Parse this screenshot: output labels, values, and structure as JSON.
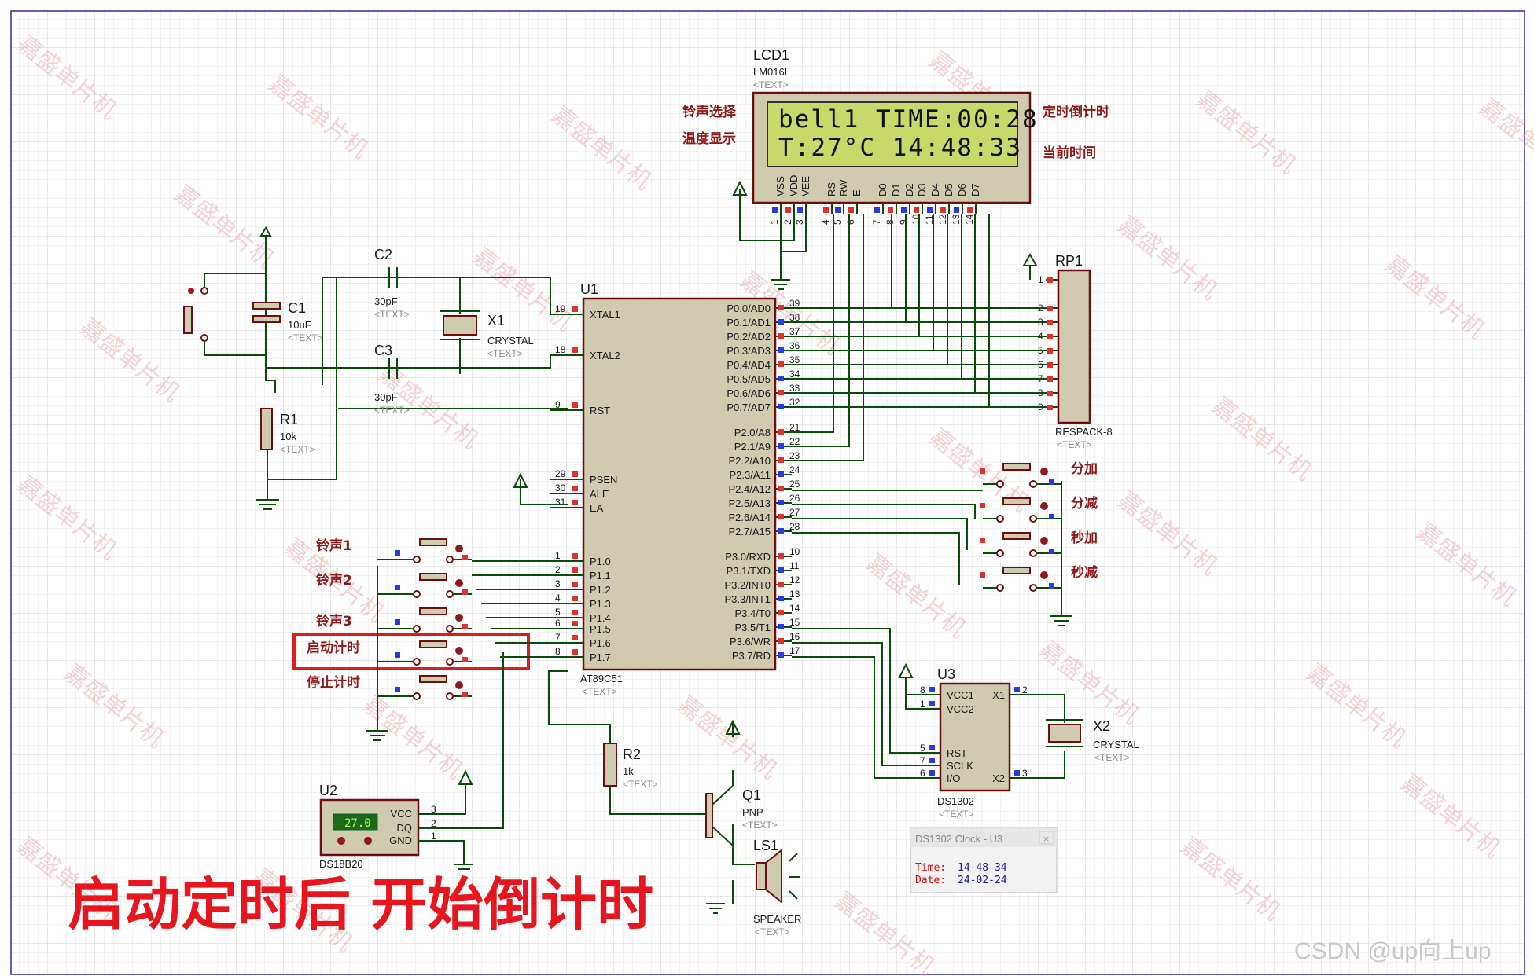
{
  "lcd": {
    "ref": "LCD1",
    "model": "LM016L",
    "text_tag": "<TEXT>",
    "line1": "bell1  TIME:00:28",
    "line2": "T:27°C  14:48:33",
    "pins": [
      "VSS",
      "VDD",
      "VEE",
      "RS",
      "RW",
      "E",
      "D0",
      "D1",
      "D2",
      "D3",
      "D4",
      "D5",
      "D6",
      "D7"
    ],
    "pin_numbers": [
      "1",
      "2",
      "3",
      "4",
      "5",
      "6",
      "7",
      "8",
      "9",
      "10",
      "11",
      "12",
      "13",
      "14"
    ]
  },
  "annotations": {
    "bell_select": "铃声选择",
    "temp_display": "温度显示",
    "timer_countdown": "定时倒计时",
    "current_time": "当前时间",
    "bell1": "铃声1",
    "bell2": "铃声2",
    "bell3": "铃声3",
    "start_timer": "启动计时",
    "stop_timer": "停止计时",
    "min_plus": "分加",
    "min_minus": "分减",
    "sec_plus": "秒加",
    "sec_minus": "秒减",
    "banner": "启动定时后 开始倒计时"
  },
  "u1": {
    "ref": "U1",
    "model": "AT89C51",
    "text_tag": "<TEXT>",
    "left_pins": [
      {
        "num": "19",
        "name": "XTAL1"
      },
      {
        "num": "18",
        "name": "XTAL2"
      },
      {
        "num": "9",
        "name": "RST"
      },
      {
        "num": "29",
        "name": "PSEN"
      },
      {
        "num": "30",
        "name": "ALE"
      },
      {
        "num": "31",
        "name": "EA"
      },
      {
        "num": "1",
        "name": "P1.0"
      },
      {
        "num": "2",
        "name": "P1.1"
      },
      {
        "num": "3",
        "name": "P1.2"
      },
      {
        "num": "4",
        "name": "P1.3"
      },
      {
        "num": "5",
        "name": "P1.4"
      },
      {
        "num": "6",
        "name": "P1.5"
      },
      {
        "num": "7",
        "name": "P1.6"
      },
      {
        "num": "8",
        "name": "P1.7"
      }
    ],
    "right_pins": [
      {
        "num": "39",
        "name": "P0.0/AD0"
      },
      {
        "num": "38",
        "name": "P0.1/AD1"
      },
      {
        "num": "37",
        "name": "P0.2/AD2"
      },
      {
        "num": "36",
        "name": "P0.3/AD3"
      },
      {
        "num": "35",
        "name": "P0.4/AD4"
      },
      {
        "num": "34",
        "name": "P0.5/AD5"
      },
      {
        "num": "33",
        "name": "P0.6/AD6"
      },
      {
        "num": "32",
        "name": "P0.7/AD7"
      },
      {
        "num": "21",
        "name": "P2.0/A8"
      },
      {
        "num": "22",
        "name": "P2.1/A9"
      },
      {
        "num": "23",
        "name": "P2.2/A10"
      },
      {
        "num": "24",
        "name": "P2.3/A11"
      },
      {
        "num": "25",
        "name": "P2.4/A12"
      },
      {
        "num": "26",
        "name": "P2.5/A13"
      },
      {
        "num": "27",
        "name": "P2.6/A14"
      },
      {
        "num": "28",
        "name": "P2.7/A15"
      },
      {
        "num": "10",
        "name": "P3.0/RXD"
      },
      {
        "num": "11",
        "name": "P3.1/TXD"
      },
      {
        "num": "12",
        "name": "P3.2/INT0"
      },
      {
        "num": "13",
        "name": "P3.3/INT1"
      },
      {
        "num": "14",
        "name": "P3.4/T0"
      },
      {
        "num": "15",
        "name": "P3.5/T1"
      },
      {
        "num": "16",
        "name": "P3.6/WR"
      },
      {
        "num": "17",
        "name": "P3.7/RD"
      }
    ]
  },
  "c1": {
    "ref": "C1",
    "value": "10uF",
    "text_tag": "<TEXT>"
  },
  "c2": {
    "ref": "C2",
    "value": "30pF",
    "text_tag": "<TEXT>"
  },
  "c3": {
    "ref": "C3",
    "value": "30pF",
    "text_tag": "<TEXT>"
  },
  "r1": {
    "ref": "R1",
    "value": "10k",
    "text_tag": "<TEXT>"
  },
  "x1": {
    "ref": "X1",
    "value": "CRYSTAL",
    "text_tag": "<TEXT>"
  },
  "rp1": {
    "ref": "RP1",
    "model": "RESPACK-8",
    "text_tag": "<TEXT>",
    "pins": [
      "1",
      "2",
      "3",
      "4",
      "5",
      "6",
      "7",
      "8",
      "9"
    ]
  },
  "u2": {
    "ref": "U2",
    "model": "DS18B20",
    "display": "27.0",
    "pins": [
      {
        "num": "3",
        "name": "VCC"
      },
      {
        "num": "2",
        "name": "DQ"
      },
      {
        "num": "1",
        "name": "GND"
      }
    ]
  },
  "r2": {
    "ref": "R2",
    "value": "1k",
    "text_tag": "<TEXT>"
  },
  "q1": {
    "ref": "Q1",
    "model": "PNP",
    "text_tag": "<TEXT>"
  },
  "ls1": {
    "ref": "LS1",
    "model": "SPEAKER",
    "text_tag": "<TEXT>"
  },
  "u3": {
    "ref": "U3",
    "model": "DS1302",
    "text_tag": "<TEXT>",
    "left_pins": [
      {
        "num": "8",
        "name": "VCC1"
      },
      {
        "num": "1",
        "name": "VCC2"
      },
      {
        "num": "5",
        "name": "RST"
      },
      {
        "num": "7",
        "name": "SCLK"
      },
      {
        "num": "6",
        "name": "I/O"
      }
    ],
    "right_pins": [
      {
        "num": "2",
        "name": "X1"
      },
      {
        "num": "3",
        "name": "X2"
      }
    ]
  },
  "x2": {
    "ref": "X2",
    "value": "CRYSTAL",
    "text_tag": "<TEXT>"
  },
  "clock_popup": {
    "title": "DS1302 Clock - U3",
    "time_label": "Time:",
    "time": "14-48-34",
    "date_label": "Date:",
    "date": "24-02-24"
  },
  "watermark": "嘉盛单片机",
  "footer": "CSDN @up向上up",
  "colors": {
    "banner": "#e8141e",
    "body_fill": "#cfcab0",
    "body_stroke": "#6b0f0f",
    "wire": "#0a4a0a",
    "lcd_bg": "#c8d96a",
    "highlight": "#e11a1a"
  }
}
